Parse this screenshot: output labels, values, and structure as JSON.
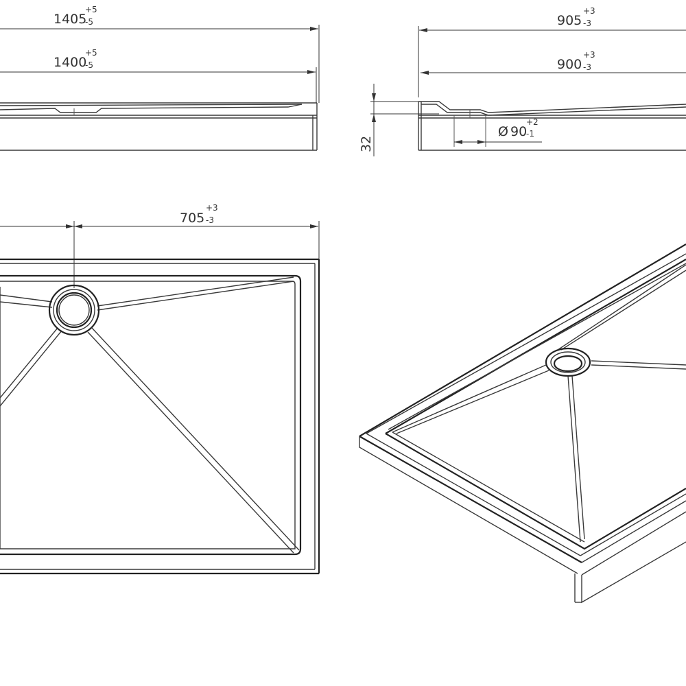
{
  "dimensions": {
    "length_outer": {
      "nominal": "1405",
      "tol_plus": "+5",
      "tol_minus": "-5"
    },
    "length_inner": {
      "nominal": "1400",
      "tol_plus": "+5",
      "tol_minus": "-5"
    },
    "width_outer": {
      "nominal": "905",
      "tol_plus": "+3",
      "tol_minus": "-3"
    },
    "width_inner": {
      "nominal": "900",
      "tol_plus": "+3",
      "tol_minus": "-3"
    },
    "waste_offset": {
      "nominal": "705",
      "tol_plus": "+3",
      "tol_minus": "-3"
    },
    "height": {
      "nominal": "32"
    },
    "waste_diameter": {
      "symbol": "Ø",
      "nominal": "90",
      "tol_plus": "+2",
      "tol_minus": "-1"
    }
  }
}
